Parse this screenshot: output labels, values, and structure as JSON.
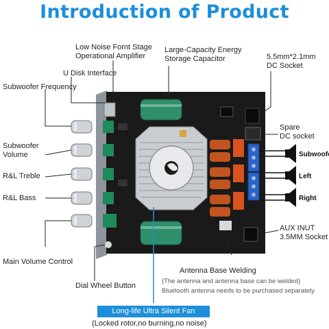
{
  "title": "Introduction of Product",
  "labels": {
    "low_noise_1": "Low Noise Fornt Stage",
    "low_noise_2": "Operational Amplifier",
    "capacitor_1": "Large-Capacity Energy",
    "capacitor_2": "Storage Capacitor",
    "dc_socket_1": "5.5mm*2.1mm",
    "dc_socket_2": "DC Socket",
    "u_disk": "U Disk Interface",
    "sub_freq": "Subwoofer Frequency",
    "spare_1": "Spare",
    "spare_2": "DC socket",
    "sub_vol_1": "Subwoofer",
    "sub_vol_2": "Volume",
    "treble": "R&L Treble",
    "bass": "R&L Bass",
    "aux_1": "AUX INUT",
    "aux_2": "3.5MM Socket",
    "main_vol": "Main Volume Control",
    "antenna": "Antenna Base Welding",
    "antenna_note_1": "(The antenna and antenna base can be welded)",
    "antenna_note_2": "Bluetooth antenna needs to be purchased separately",
    "dial": "Dial Wheel Button",
    "fan": "Long-life Ultra Silent Fan",
    "fan_note": "(Locked rotor,no burning,no noise)"
  },
  "speakers": {
    "subwoofer": "Subwoofer",
    "left": "Left",
    "right": "Right"
  },
  "colors": {
    "accent": "#1d8fd9",
    "board": "#1a1a1a",
    "pot_green": "#1f8a5a",
    "terminal_blue": "#2a63c9",
    "inductor": "#c2541f"
  }
}
